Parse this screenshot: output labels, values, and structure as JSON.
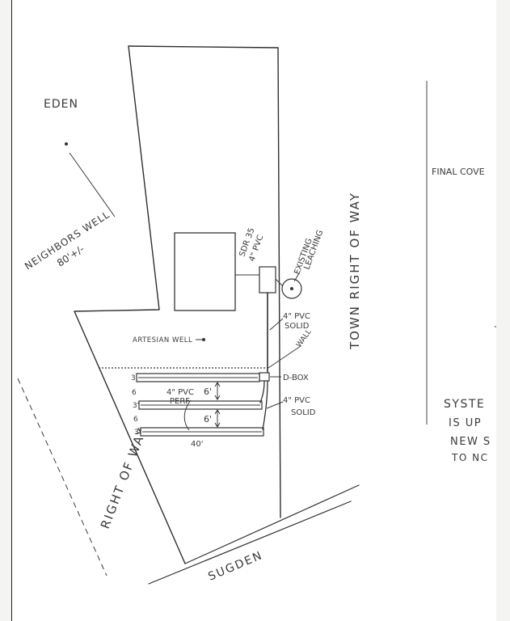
{
  "labels": {
    "eden": "EDEN",
    "neighbors_well": "NEIGHBORS WELL",
    "neighbors_well_depth": "80'+/-",
    "sdr": "SDR 35",
    "sdr_pipe": "4\" PVC",
    "existing": "EXISTING",
    "leaching": "LEACHING",
    "town_row": "TOWN RIGHT OF WAY",
    "pvc_solid_top": "4\" PVC",
    "pvc_solid_top_2": "SOLID",
    "artesian_well": "ARTESIAN WELL",
    "wall": "WALL",
    "dbox": "D-BOX",
    "pvc_perf": "4\" PVC",
    "pvc_perf_2": "PERF",
    "spacing_1": "6'",
    "spacing_2": "6'",
    "pvc_solid_bottom": "4\" PVC",
    "pvc_solid_bottom_2": "SOLID",
    "length": "40'",
    "left_row": "RIGHT OF WAY",
    "sugden": "SUGDEN",
    "final_cover": "FINAL COVE",
    "system_1": "SYSTE",
    "system_2": "IS UP",
    "system_3": "NEW S",
    "system_4": "TO NC",
    "trench_dims": [
      "3'",
      "6",
      "3'",
      "6",
      "3'"
    ]
  }
}
